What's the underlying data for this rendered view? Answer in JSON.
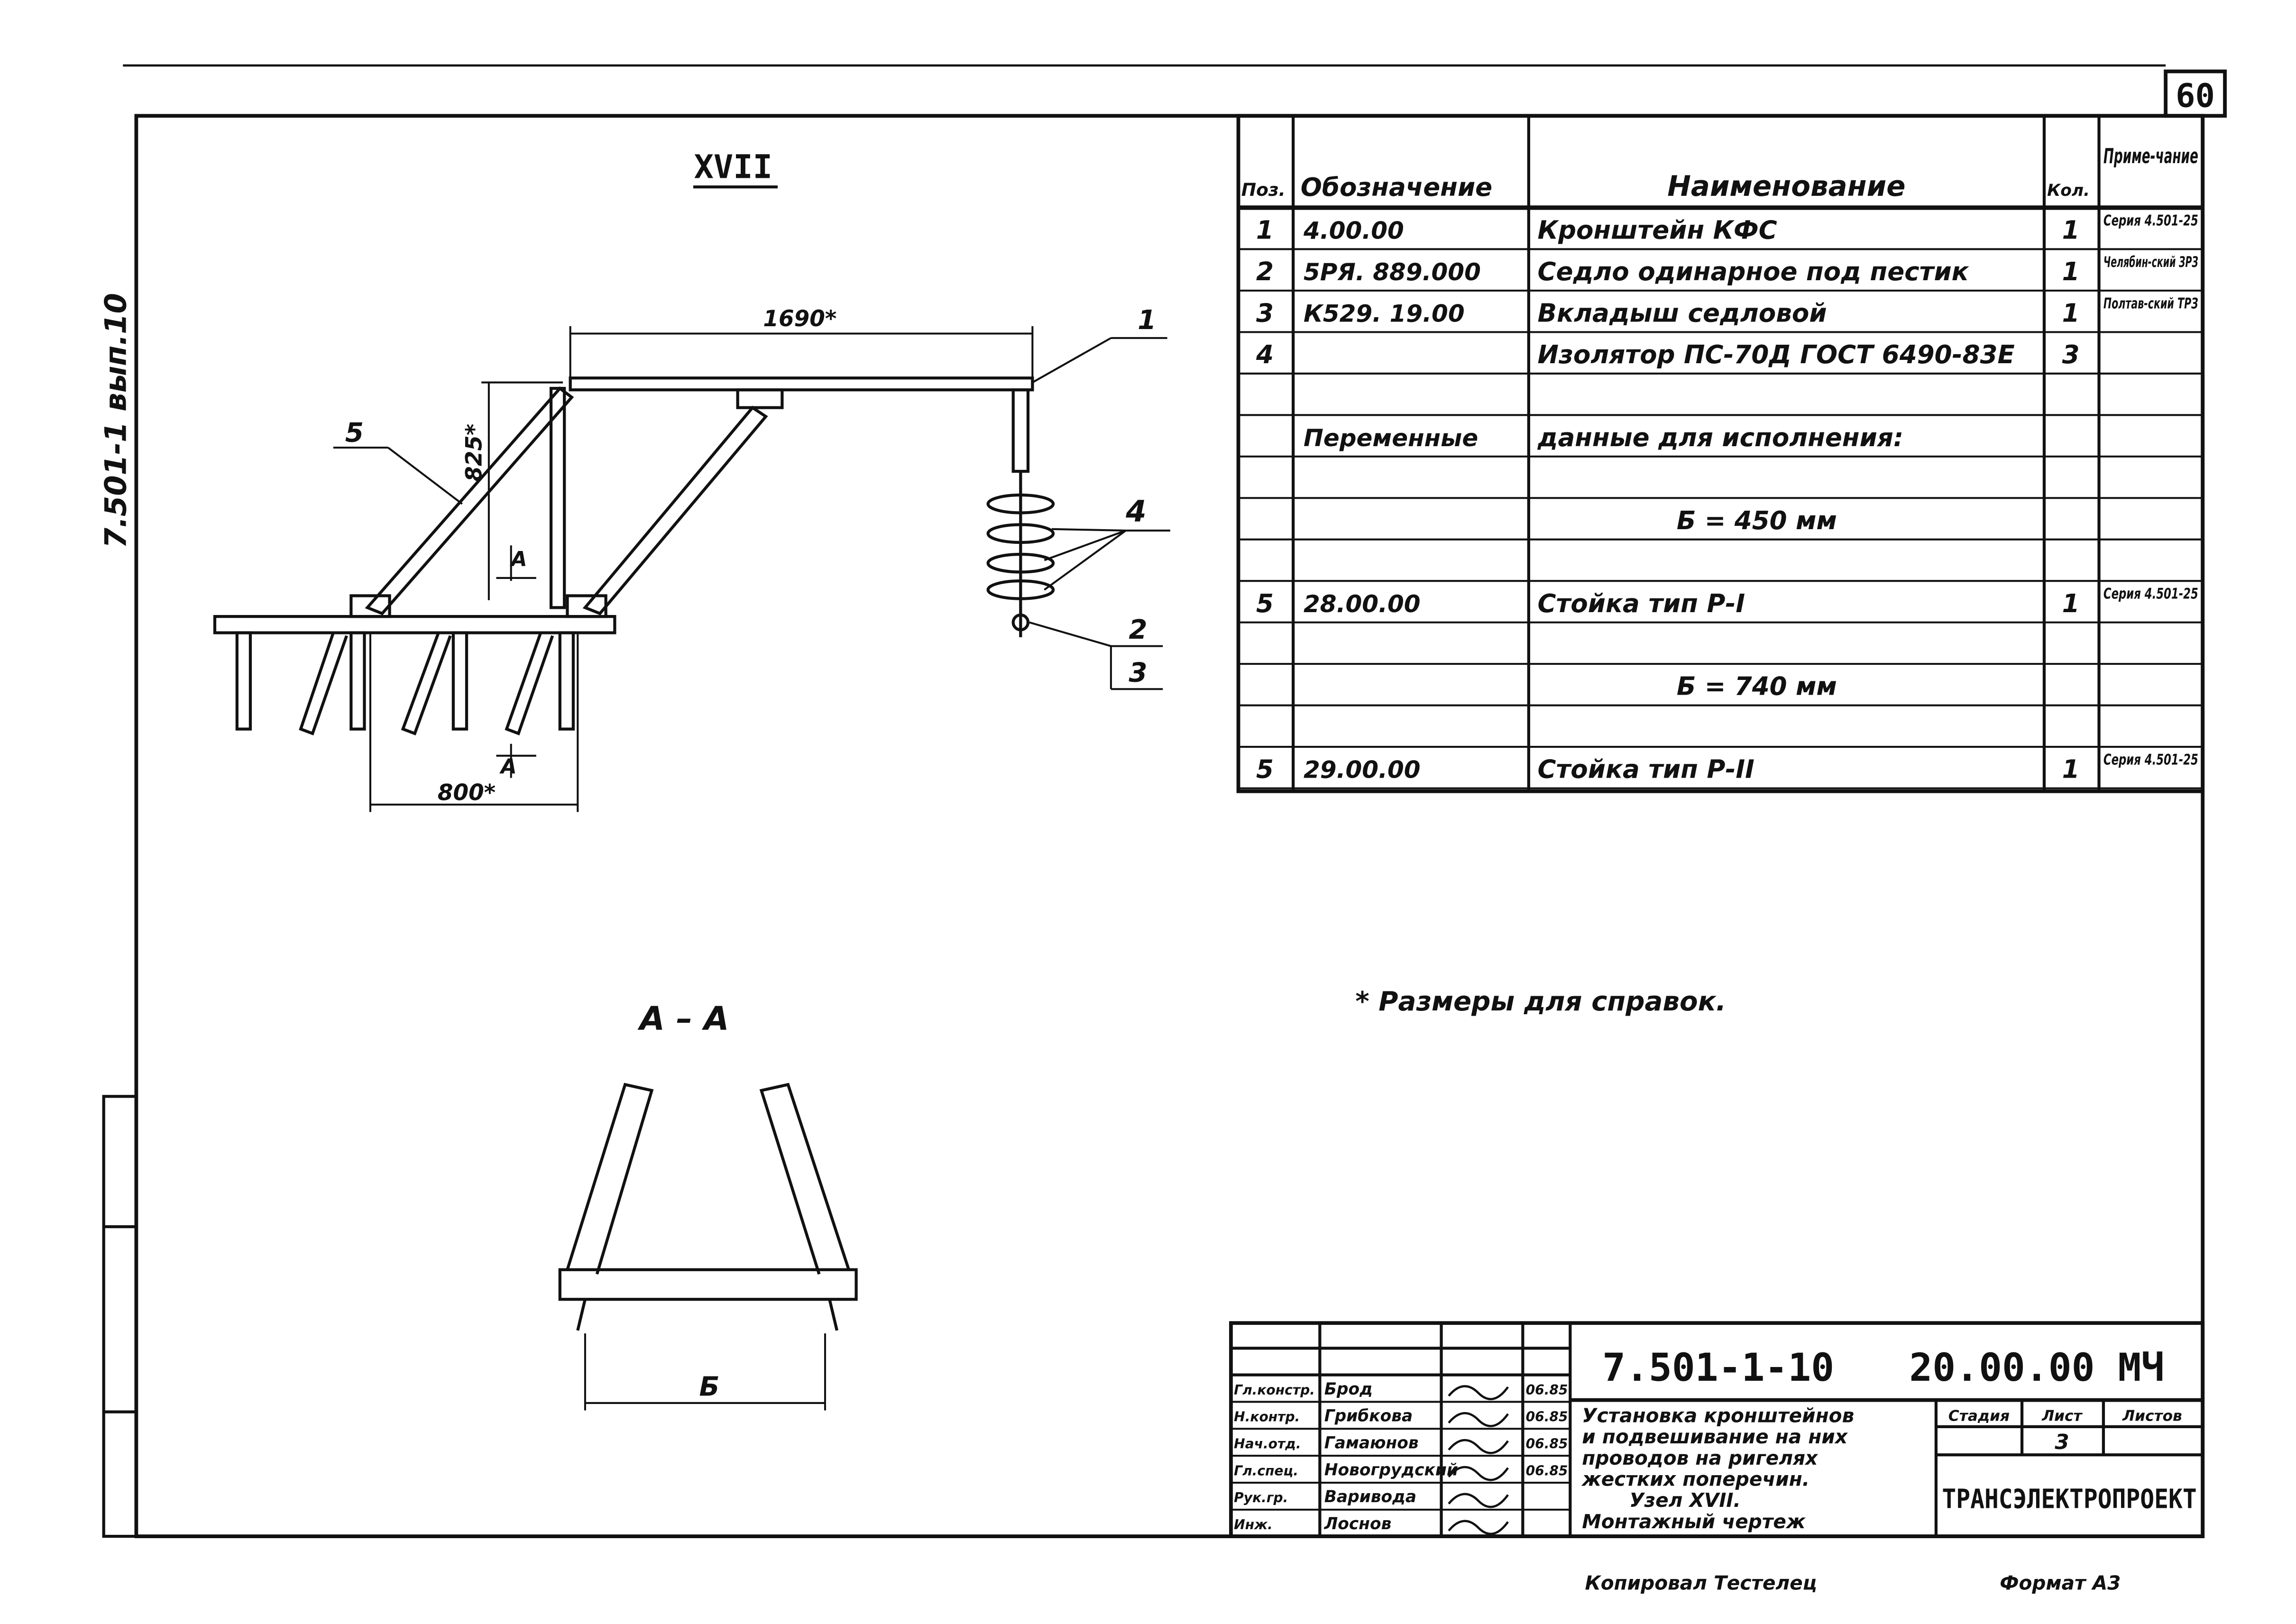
{
  "sheet_number": "60",
  "margin_label": "7.501-1 вып.10",
  "node_label": "XVII",
  "section_label": "А – А",
  "section_marker": "А",
  "dimensions": {
    "span": "1690*",
    "height": "825*",
    "base": "800*",
    "width_b": "Б"
  },
  "callouts": [
    "1",
    "2",
    "3",
    "4",
    "5"
  ],
  "note": "* Размеры для справок.",
  "spec_table": {
    "headers": {
      "pos": "Поз.",
      "designation": "Обозначение",
      "name": "Наименование",
      "qty": "Кол.",
      "note": "Приме-чание"
    },
    "rows": [
      {
        "pos": "1",
        "designation": "4.00.00",
        "name": "Кронштейн КФС",
        "qty": "1",
        "note": "Серия 4.501-25"
      },
      {
        "pos": "2",
        "designation": "5РЯ. 889.000",
        "name": "Седло одинарное под пестик",
        "qty": "1",
        "note": "Челябин-ский ЗРЗ"
      },
      {
        "pos": "3",
        "designation": "К529. 19.00",
        "name": "Вкладыш седловой",
        "qty": "1",
        "note": "Полтав-ский ТРЗ"
      },
      {
        "pos": "4",
        "designation": "",
        "name": "Изолятор ПС-70Д ГОСТ 6490-83Е",
        "qty": "3",
        "note": ""
      },
      {
        "pos": "",
        "designation": "",
        "name": "",
        "qty": "",
        "note": ""
      },
      {
        "pos": "",
        "designation": "Переменные",
        "name": "данные для исполнения:",
        "qty": "",
        "note": ""
      },
      {
        "pos": "",
        "designation": "",
        "name": "",
        "qty": "",
        "note": ""
      },
      {
        "pos": "",
        "designation": "",
        "name": "Б = 450 мм",
        "qty": "",
        "note": ""
      },
      {
        "pos": "",
        "designation": "",
        "name": "",
        "qty": "",
        "note": ""
      },
      {
        "pos": "5",
        "designation": "28.00.00",
        "name": "Стойка тип Р-I",
        "qty": "1",
        "note": "Серия 4.501-25"
      },
      {
        "pos": "",
        "designation": "",
        "name": "",
        "qty": "",
        "note": ""
      },
      {
        "pos": "",
        "designation": "",
        "name": "Б = 740 мм",
        "qty": "",
        "note": ""
      },
      {
        "pos": "",
        "designation": "",
        "name": "",
        "qty": "",
        "note": ""
      },
      {
        "pos": "5",
        "designation": "29.00.00",
        "name": "Стойка тип Р-II",
        "qty": "1",
        "note": "Серия 4.501-25"
      }
    ]
  },
  "title_block": {
    "series": "7.501-1-10",
    "code": "20.00.00 МЧ",
    "people": [
      {
        "role": "Гл.констр.",
        "name": "Брод",
        "date": "06.85"
      },
      {
        "role": "Н.контр.",
        "name": "Грибкова",
        "date": "06.85"
      },
      {
        "role": "Нач.отд.",
        "name": "Гамаюнов",
        "date": "06.85"
      },
      {
        "role": "Гл.спец.",
        "name": "Новогрудский",
        "date": "06.85"
      },
      {
        "role": "Рук.гр.",
        "name": "Варивода",
        "date": ""
      },
      {
        "role": "Инж.",
        "name": "Лоснов",
        "date": ""
      }
    ],
    "description": [
      "Установка кронштейнов",
      "и подвешивание на них",
      "проводов на ригелях",
      "жестких поперечин.",
      "Узел XVII.",
      "Монтажный чертеж"
    ],
    "stage_label": "Стадия",
    "sheet_label": "Лист",
    "sheets_label": "Листов",
    "sheet_value": "3",
    "organization": "ТРАНСЭЛЕКТРОПРОЕКТ"
  },
  "footer": {
    "copied": "Копировал Тестелец",
    "format": "Формат А3"
  }
}
